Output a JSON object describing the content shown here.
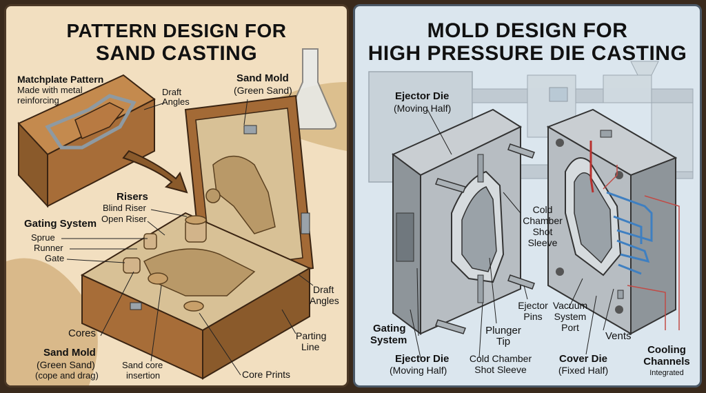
{
  "left": {
    "title_line1": "PATTERN DESIGN FOR",
    "title_line2": "SAND CASTING",
    "matchplate_title": "Matchplate Pattern",
    "matchplate_sub1": "Made with metal",
    "matchplate_sub2": "reinforcing",
    "draft_top1": "Draft",
    "draft_top2": "Angles",
    "sand_mold_top_title": "Sand Mold",
    "sand_mold_top_sub": "(Green Sand)",
    "risers_title": "Risers",
    "blind_riser": "Blind Riser",
    "open_riser": "Open Riser",
    "gating_title": "Gating System",
    "sprue": "Sprue",
    "runner": "Runner",
    "gate": "Gate",
    "cores": "Cores",
    "draft_bottom1": "Draft",
    "draft_bottom2": "Angles",
    "parting1": "Parting",
    "parting2": "Line",
    "sand_mold_bottom_title": "Sand Mold",
    "sand_mold_bottom_sub1": "(Green Sand)",
    "sand_mold_bottom_sub2": "(cope and drag)",
    "sand_core1": "Sand core",
    "sand_core2": "insertion",
    "core_prints": "Core Prints"
  },
  "right": {
    "title_line1": "MOLD DESIGN FOR",
    "title_line2": "HIGH PRESSURE DIE CASTING",
    "ejector_top_title": "Ejector Die",
    "ejector_top_sub": "(Moving Half)",
    "cold_chamber1": "Cold",
    "cold_chamber2": "Chamber",
    "cold_chamber3": "Shot",
    "cold_chamber4": "Sleeve",
    "ejector_pins1": "Ejector",
    "ejector_pins2": "Pins",
    "vacuum1": "Vacuum",
    "vacuum2": "System",
    "vacuum3": "Port",
    "plunger1": "Plunger",
    "plunger2": "Tip",
    "vents": "Vents",
    "gating1": "Gating",
    "gating2": "System",
    "ejector_bottom_title": "Ejector Die",
    "ejector_bottom_sub": "(Moving Half)",
    "cold_bottom1": "Cold Chamber",
    "cold_bottom2": "Shot Sleeve",
    "cover_title": "Cover Die",
    "cover_sub": "(Fixed Half)",
    "cooling1": "Cooling",
    "cooling2": "Channels",
    "cooling_sub": "Integrated"
  }
}
